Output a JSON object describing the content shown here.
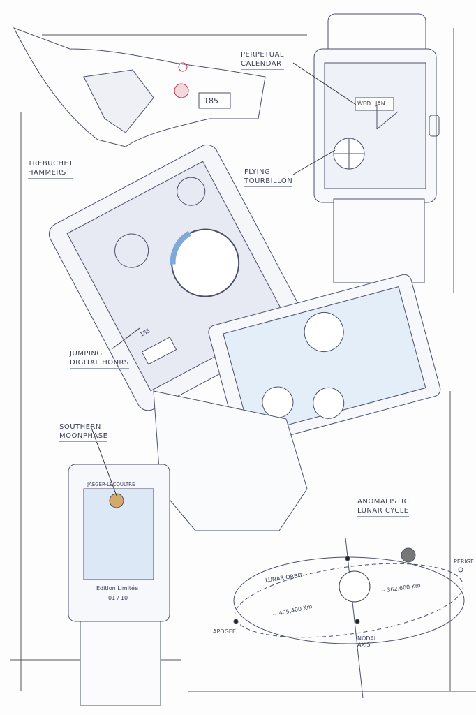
{
  "labels": {
    "trebuchet": [
      "TREBUCHET",
      "HAMMERS"
    ],
    "perpetual": [
      "PERPETUAL",
      "CALENDAR"
    ],
    "tourbillon": [
      "FLYING",
      "TOURBILLON"
    ],
    "jumping": [
      "JUMPING",
      "DIGITAL HOURS"
    ],
    "moonphase": [
      "SOUTHERN",
      "MOONPHASE"
    ],
    "anomalistic": [
      "ANOMALISTIC",
      "LUNAR CYCLE"
    ]
  },
  "diagram": {
    "lunar_orbit": "LUNAR ORBIT",
    "perigee_distance": "~ 362,600 Km",
    "apogee_distance": "~ 405,400 Km",
    "apogee": "APOGEE",
    "perigee": "PERIGE",
    "nodal_axis": [
      "NODAL",
      "AXIS"
    ]
  },
  "watch_text": {
    "hours_top": "185",
    "hours_main": "185",
    "day": "WED",
    "month": "JAN",
    "brand": "JAEGER-LECOULTRE",
    "edition": "Edition Limitée",
    "number": "01 / 10"
  },
  "colors": {
    "ink": "#3b4058",
    "blue": "#b9d3ec",
    "gold": "#d6a96a",
    "red": "#c0304a"
  }
}
